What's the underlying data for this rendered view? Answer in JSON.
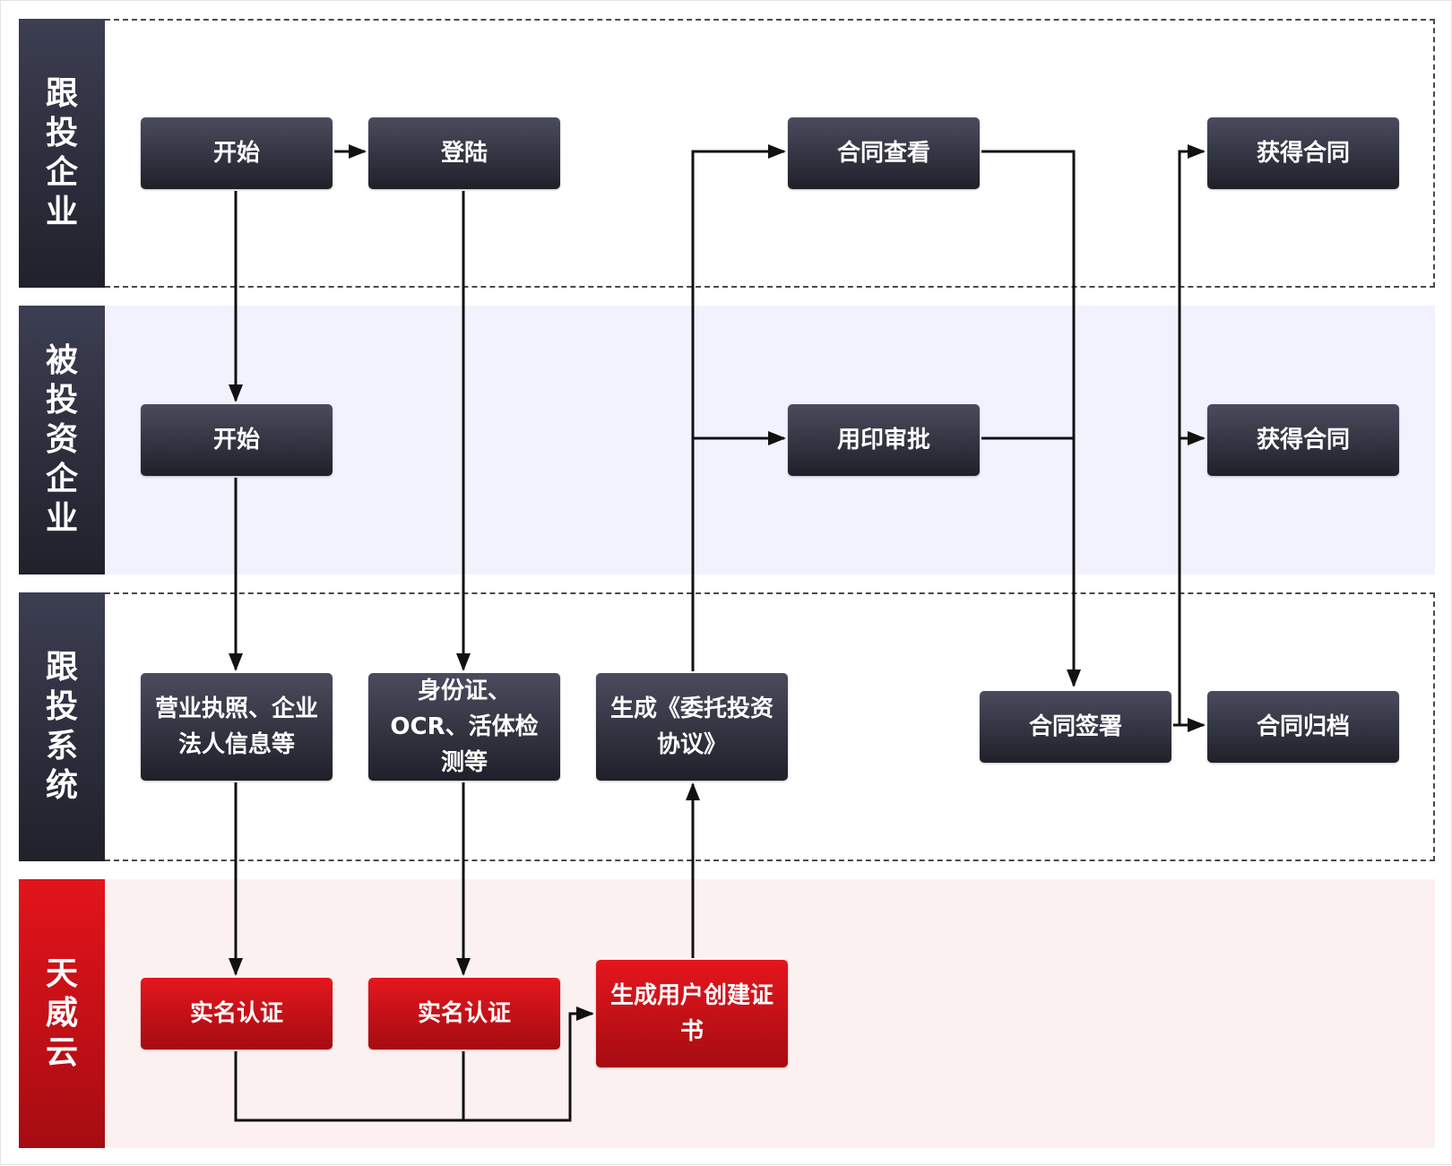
{
  "lanes": [
    {
      "label": "跟投企业"
    },
    {
      "label": "被投资企业"
    },
    {
      "label": "跟投系统"
    },
    {
      "label": "天威云"
    }
  ],
  "nodes": {
    "start_follow": "开始",
    "login": "登陆",
    "contract_view": "合同查看",
    "obtain_contract_1": "获得合同",
    "start_invested": "开始",
    "seal_approval": "用印审批",
    "obtain_contract_2": "获得合同",
    "business_license": "营业执照、企业法人信息等",
    "id_ocr": "身份证、OCR、活体检测等",
    "generate_agreement": "生成《委托投资协议》",
    "contract_sign": "合同签署",
    "contract_archive": "合同归档",
    "realname_auth_1": "实名认证",
    "realname_auth_2": "实名认证",
    "generate_cert": "生成用户创建证书"
  },
  "colors": {
    "dark_node": "#2a2b37",
    "red_node": "#c91118",
    "lane_lavender": "#f1f2fd",
    "lane_pink": "#fcf1f1",
    "connector": "#111111"
  }
}
